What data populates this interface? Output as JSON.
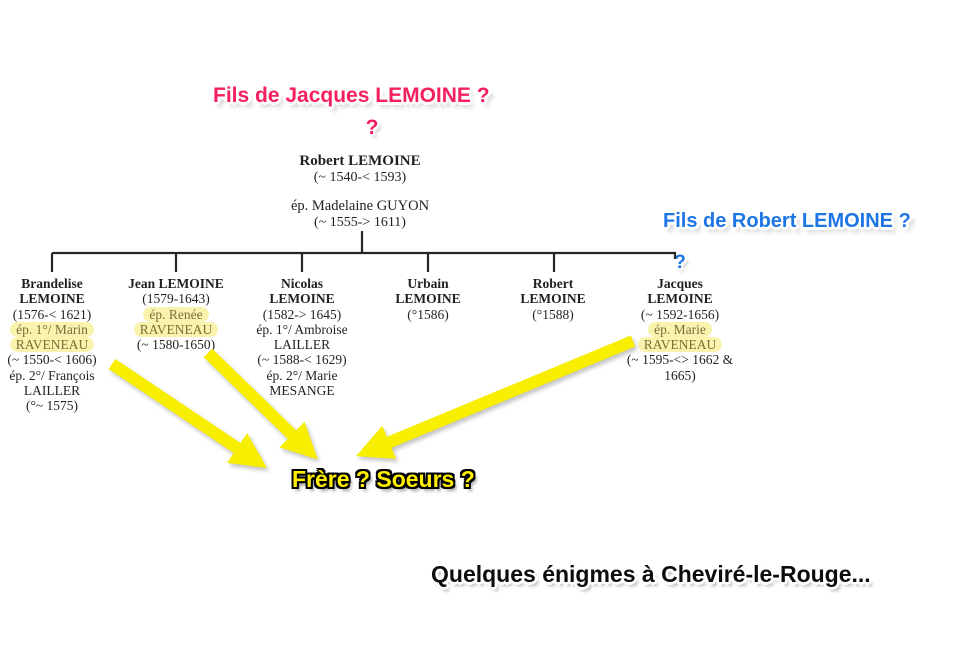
{
  "headlines": {
    "pink": {
      "text": "Fils de Jacques LEMOINE ?",
      "question": "?"
    },
    "blue": {
      "text": "Fils de Robert LEMOINE ?",
      "question": "?"
    }
  },
  "parent_couple": {
    "father_name": "Robert LEMOINE",
    "father_dates": "(~ 1540-< 1593)",
    "mother_name": "ép. Madelaine GUYON",
    "mother_dates": "(~ 1555-> 1611)"
  },
  "children": [
    {
      "id": "brandelise",
      "lines": [
        {
          "t": "Brandelise",
          "b": 1
        },
        {
          "t": "LEMOINE",
          "b": 1
        },
        {
          "t": "(1576-< 1621)"
        },
        {
          "t": "ép. 1°/ Marin",
          "hl": 1
        },
        {
          "t": "RAVENEAU",
          "hl": 1
        },
        {
          "t": "(~ 1550-< 1606)"
        },
        {
          "t": "ép. 2°/ François"
        },
        {
          "t": "LAILLER"
        },
        {
          "t": "(°~ 1575)"
        }
      ]
    },
    {
      "id": "jean",
      "lines": [
        {
          "t": "Jean LEMOINE",
          "b": 1
        },
        {
          "t": "(1579-1643)"
        },
        {
          "t": "ép. Renée",
          "hl": 1
        },
        {
          "t": "RAVENEAU",
          "hl": 1
        },
        {
          "t": "(~ 1580-1650)"
        }
      ]
    },
    {
      "id": "nicolas",
      "lines": [
        {
          "t": "Nicolas",
          "b": 1
        },
        {
          "t": "LEMOINE",
          "b": 1
        },
        {
          "t": "(1582-> 1645)"
        },
        {
          "t": "ép. 1°/ Ambroise"
        },
        {
          "t": "LAILLER"
        },
        {
          "t": "(~ 1588-< 1629)"
        },
        {
          "t": "ép. 2°/ Marie"
        },
        {
          "t": "MESANGE"
        }
      ]
    },
    {
      "id": "urbain",
      "lines": [
        {
          "t": "Urbain",
          "b": 1
        },
        {
          "t": "LEMOINE",
          "b": 1
        },
        {
          "t": "(°1586)"
        }
      ]
    },
    {
      "id": "robert",
      "lines": [
        {
          "t": "Robert",
          "b": 1
        },
        {
          "t": "LEMOINE",
          "b": 1
        },
        {
          "t": "(°1588)"
        }
      ]
    },
    {
      "id": "jacques",
      "question": "?",
      "lines": [
        {
          "t": "Jacques",
          "b": 1
        },
        {
          "t": "LEMOINE",
          "b": 1
        },
        {
          "t": "(~ 1592-1656)"
        },
        {
          "t": "ép. Marie",
          "hl": 1
        },
        {
          "t": "RAVENEAU",
          "hl": 1
        },
        {
          "t": "(~ 1595-<> 1662 &"
        },
        {
          "t": "1665)"
        }
      ]
    }
  ],
  "labels": {
    "siblings_question": "Frère ? Soeurs ?",
    "caption": "Quelques énigmes à Cheviré-le-Rouge..."
  },
  "colors": {
    "pink": "#f5215f",
    "blue": "#1e76e4",
    "arrow_yellow": "#f8ee00",
    "label_yellow": "#ffee00",
    "highlight_bg": "#faf3ae",
    "highlight_text": "#7c6e38",
    "line_color": "#262626",
    "text_color": "#231f1f"
  }
}
